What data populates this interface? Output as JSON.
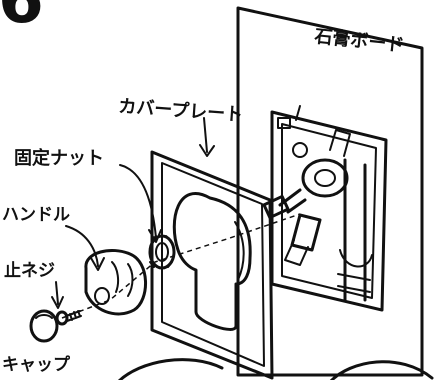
{
  "step_number": "6",
  "labels": {
    "gypsum_board": "石膏ボード",
    "cover_plate": "カバープレート",
    "fixing_nut": "固定ナット",
    "handle": "ハンドル",
    "stop_screw": "止ネジ",
    "cap": "キャップ"
  },
  "colors": {
    "ink": "#111111",
    "paper": "#ffffff",
    "shade": "#8a8a8a"
  }
}
